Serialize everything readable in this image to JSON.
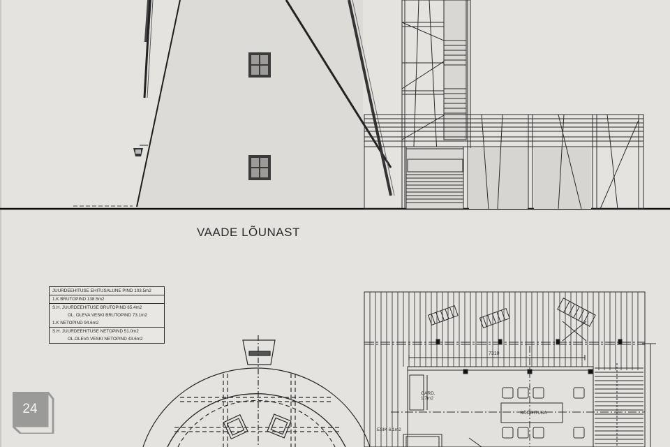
{
  "elevation": {
    "title": "VAADE LÕUNAST"
  },
  "area_table": {
    "rows": [
      {
        "text": "JUURDEEHITUSE EHITUSALUNE PIND 103.5m2",
        "separator": false,
        "indent": false
      },
      {
        "text": "1.K BRUTOPIND 138.5m2",
        "separator": true,
        "indent": false
      },
      {
        "text": "S.H. JUURDEEHITUSE BRUTOPIND 65.4m2",
        "separator": true,
        "indent": false
      },
      {
        "text": "OL. OLEVA VESKI BRUTOPIND 73.1m2",
        "separator": false,
        "indent": true
      },
      {
        "text": "1.K NETOPIND 94.6m2",
        "separator": false,
        "indent": false
      },
      {
        "text": "S.H. JUURDEEHITUSE NETOPIND 51.0m2",
        "separator": true,
        "indent": false
      },
      {
        "text": "OL.OLEVA VESKI NETOPIND 43.6m2",
        "separator": false,
        "indent": true
      }
    ]
  },
  "floor_plan": {
    "dimension": "7310",
    "rooms": [
      {
        "name": "GARD.",
        "area": "1.7m2"
      },
      {
        "name": "SÖÖGITUBA",
        "area": ""
      },
      {
        "name": "ESIK",
        "area": "6.1m2"
      }
    ]
  },
  "gallery_badge": {
    "count": "24"
  }
}
